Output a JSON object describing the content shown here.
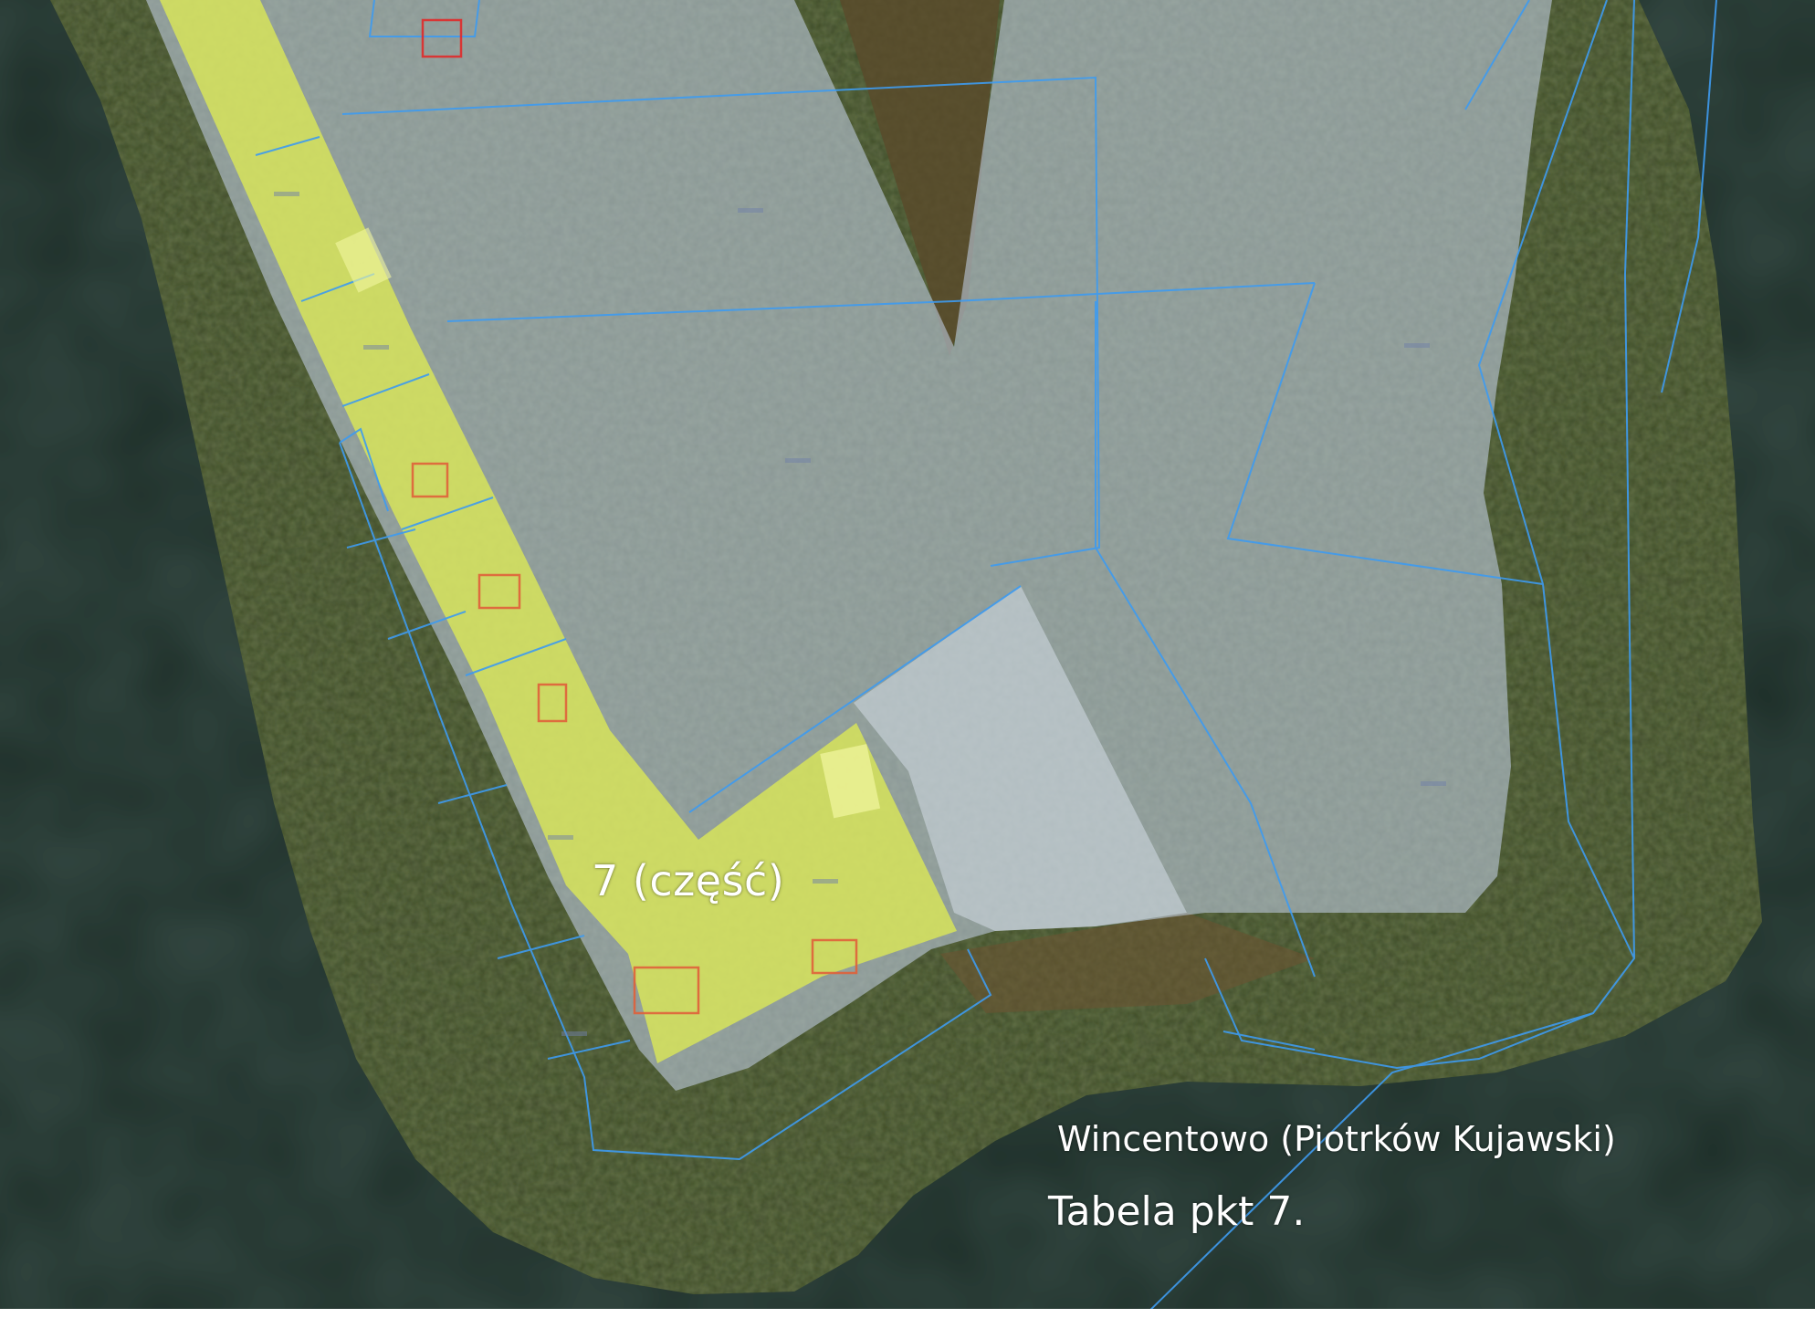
{
  "map": {
    "labels": {
      "highlighted_area": "7 (część)",
      "location": "Wincentowo (Piotrków Kujawski)",
      "table_reference": "Tabela pkt 7."
    },
    "layers": [
      {
        "name": "lake",
        "color": "#1d2e28"
      },
      {
        "name": "land",
        "color": "#3f4a2a"
      },
      {
        "name": "selected-parcels",
        "color": "#e3f04f"
      },
      {
        "name": "planned-area",
        "color": "#b9c7d9"
      },
      {
        "name": "cadastral-lines",
        "color": "#3e9bf0"
      },
      {
        "name": "buildings",
        "color": "#e0603a"
      }
    ]
  }
}
